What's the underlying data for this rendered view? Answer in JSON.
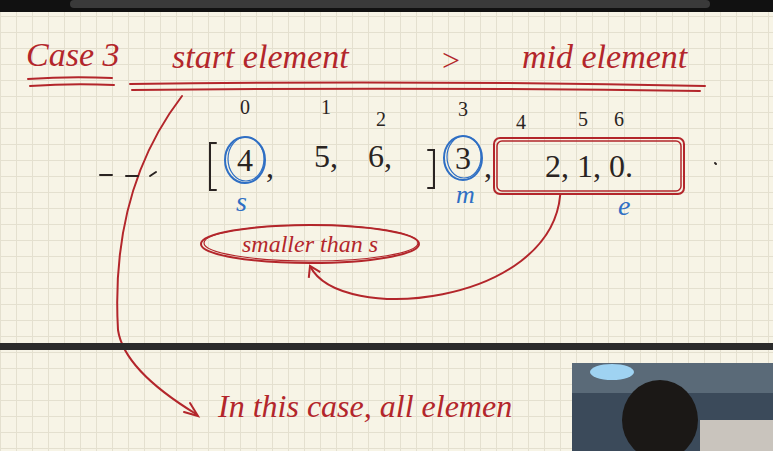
{
  "diagram": {
    "title": "Case 3",
    "nodes": [
      {
        "text": [
          "4"
        ]
      },
      {
        "text": [
          "3"
        ]
      },
      {
        "text": [
          "2, 1, 0."
        ]
      },
      {
        "text": [
          "smaller than s"
        ]
      }
    ],
    "edges": [
      {
        "from": 2,
        "to": 3,
        "arrow": "to"
      }
    ],
    "labels": [
      "start element",
      ">",
      "mid element",
      "0",
      "1",
      "2",
      "3",
      "4",
      "5",
      "6",
      ",",
      "5,",
      "6,",
      ",",
      "s",
      "m",
      "e",
      "In this case, all elemen"
    ]
  }
}
